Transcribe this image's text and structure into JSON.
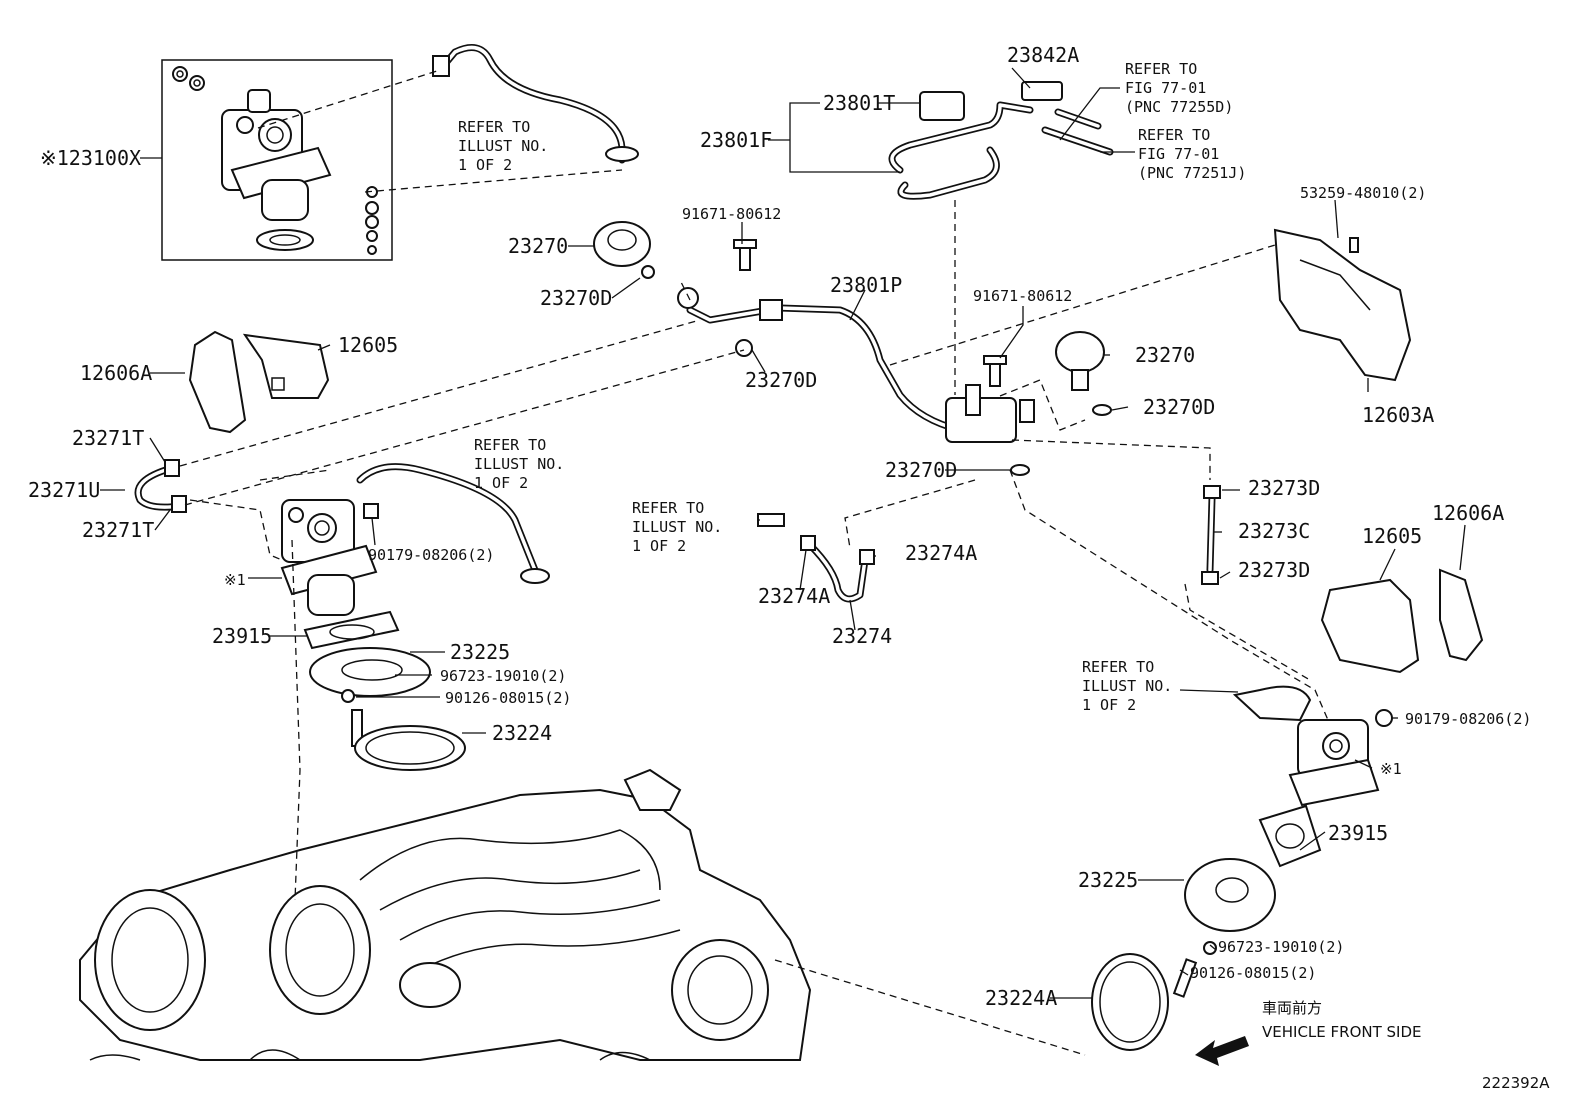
{
  "figure": {
    "id": "222392A",
    "front_label_jp": "車両前方",
    "front_label_en": "VEHICLE FRONT SIDE"
  },
  "notes": {
    "refer_illust_1": [
      "REFER TO",
      "ILLUST NO.",
      "1 OF 2"
    ],
    "refer_fig_77255": [
      "REFER TO",
      "FIG 77-01",
      "(PNC 77255D)"
    ],
    "refer_fig_77251": [
      "REFER TO",
      "FIG 77-01",
      "(PNC 77251J)"
    ]
  },
  "labels": {
    "p23842A": "23842A",
    "p23801T": "23801T",
    "p23801F": "23801F",
    "p23100X": "※123100X",
    "p91671_a": "91671-80612",
    "p91671_b": "91671-80612",
    "p23270_a": "23270",
    "p23270_b": "23270",
    "p23270D_a": "23270D",
    "p23270D_b": "23270D",
    "p23270D_c": "23270D",
    "p23270D_d": "23270D",
    "p23801P": "23801P",
    "p53259": "53259-48010(2)",
    "p12605_a": "12605",
    "p12605_b": "12605",
    "p12606A_a": "12606A",
    "p12606A_b": "12606A",
    "p12603A": "12603A",
    "p23271T_a": "23271T",
    "p23271T_b": "23271T",
    "p23271U": "23271U",
    "p90179_a": "90179-08206(2)",
    "p90179_b": "90179-08206(2)",
    "p_ast1_a": "※1",
    "p_ast1_b": "※1",
    "p23915_a": "23915",
    "p23915_b": "23915",
    "p23225_a": "23225",
    "p23225_b": "23225",
    "p96723_a": "96723-19010(2)",
    "p96723_b": "96723-19010(2)",
    "p90126_a": "90126-08015(2)",
    "p90126_b": "90126-08015(2)",
    "p23224": "23224",
    "p23224A": "23224A",
    "p23273D_a": "23273D",
    "p23273D_b": "23273D",
    "p23273C": "23273C",
    "p23274A_a": "23274A",
    "p23274A_b": "23274A",
    "p23274": "23274"
  }
}
